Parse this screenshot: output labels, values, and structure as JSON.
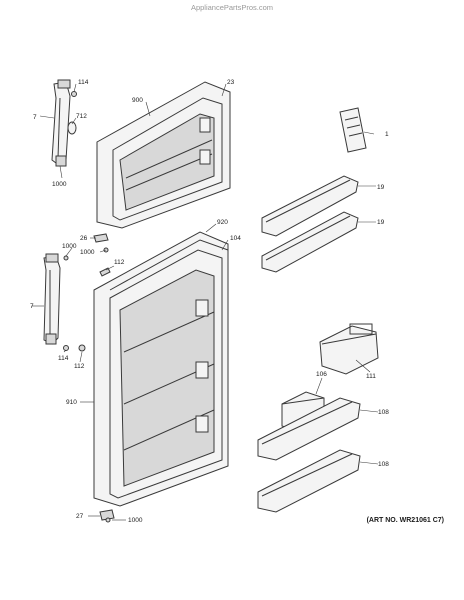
{
  "watermark": "AppliancePartsPros.com",
  "art_number": "(ART NO. WR21061 C7)",
  "callouts": {
    "c_114_top": "114",
    "c_712": "712",
    "c_7_top": "7",
    "c_1000_top": "1000",
    "c_900": "900",
    "c_23": "23",
    "c_1": "1",
    "c_19_a": "19",
    "c_19_b": "19",
    "c_920": "920",
    "c_104": "104",
    "c_26": "26",
    "c_1000_mid_a": "1000",
    "c_1000_mid_b": "1000",
    "c_112_top": "112",
    "c_7_bottom": "7",
    "c_114_bottom": "114",
    "c_112_bottom": "112",
    "c_910": "910",
    "c_111": "111",
    "c_106": "106",
    "c_108_a": "108",
    "c_108_b": "108",
    "c_27": "27",
    "c_1000_bottom": "1000"
  }
}
